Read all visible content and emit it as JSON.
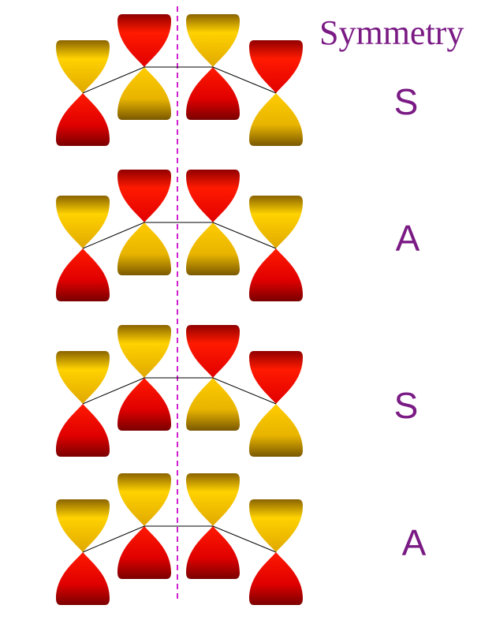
{
  "title": "Symmetry",
  "colors": {
    "gold": [
      "#c89400",
      "#ffd200",
      "#8a6400"
    ],
    "red": [
      "#ff1000",
      "#e00000",
      "#8a0000"
    ],
    "label": "#7a1a84",
    "mirror_plane": "#d020d0"
  },
  "rows": [
    {
      "symmetry": "S",
      "lobes_up": [
        "gold",
        "red",
        "gold",
        "red"
      ]
    },
    {
      "symmetry": "A",
      "lobes_up": [
        "gold",
        "red",
        "red",
        "gold"
      ]
    },
    {
      "symmetry": "S",
      "lobes_up": [
        "gold",
        "gold",
        "red",
        "red"
      ]
    },
    {
      "symmetry": "A",
      "lobes_up": [
        "gold",
        "gold",
        "gold",
        "gold"
      ]
    }
  ]
}
